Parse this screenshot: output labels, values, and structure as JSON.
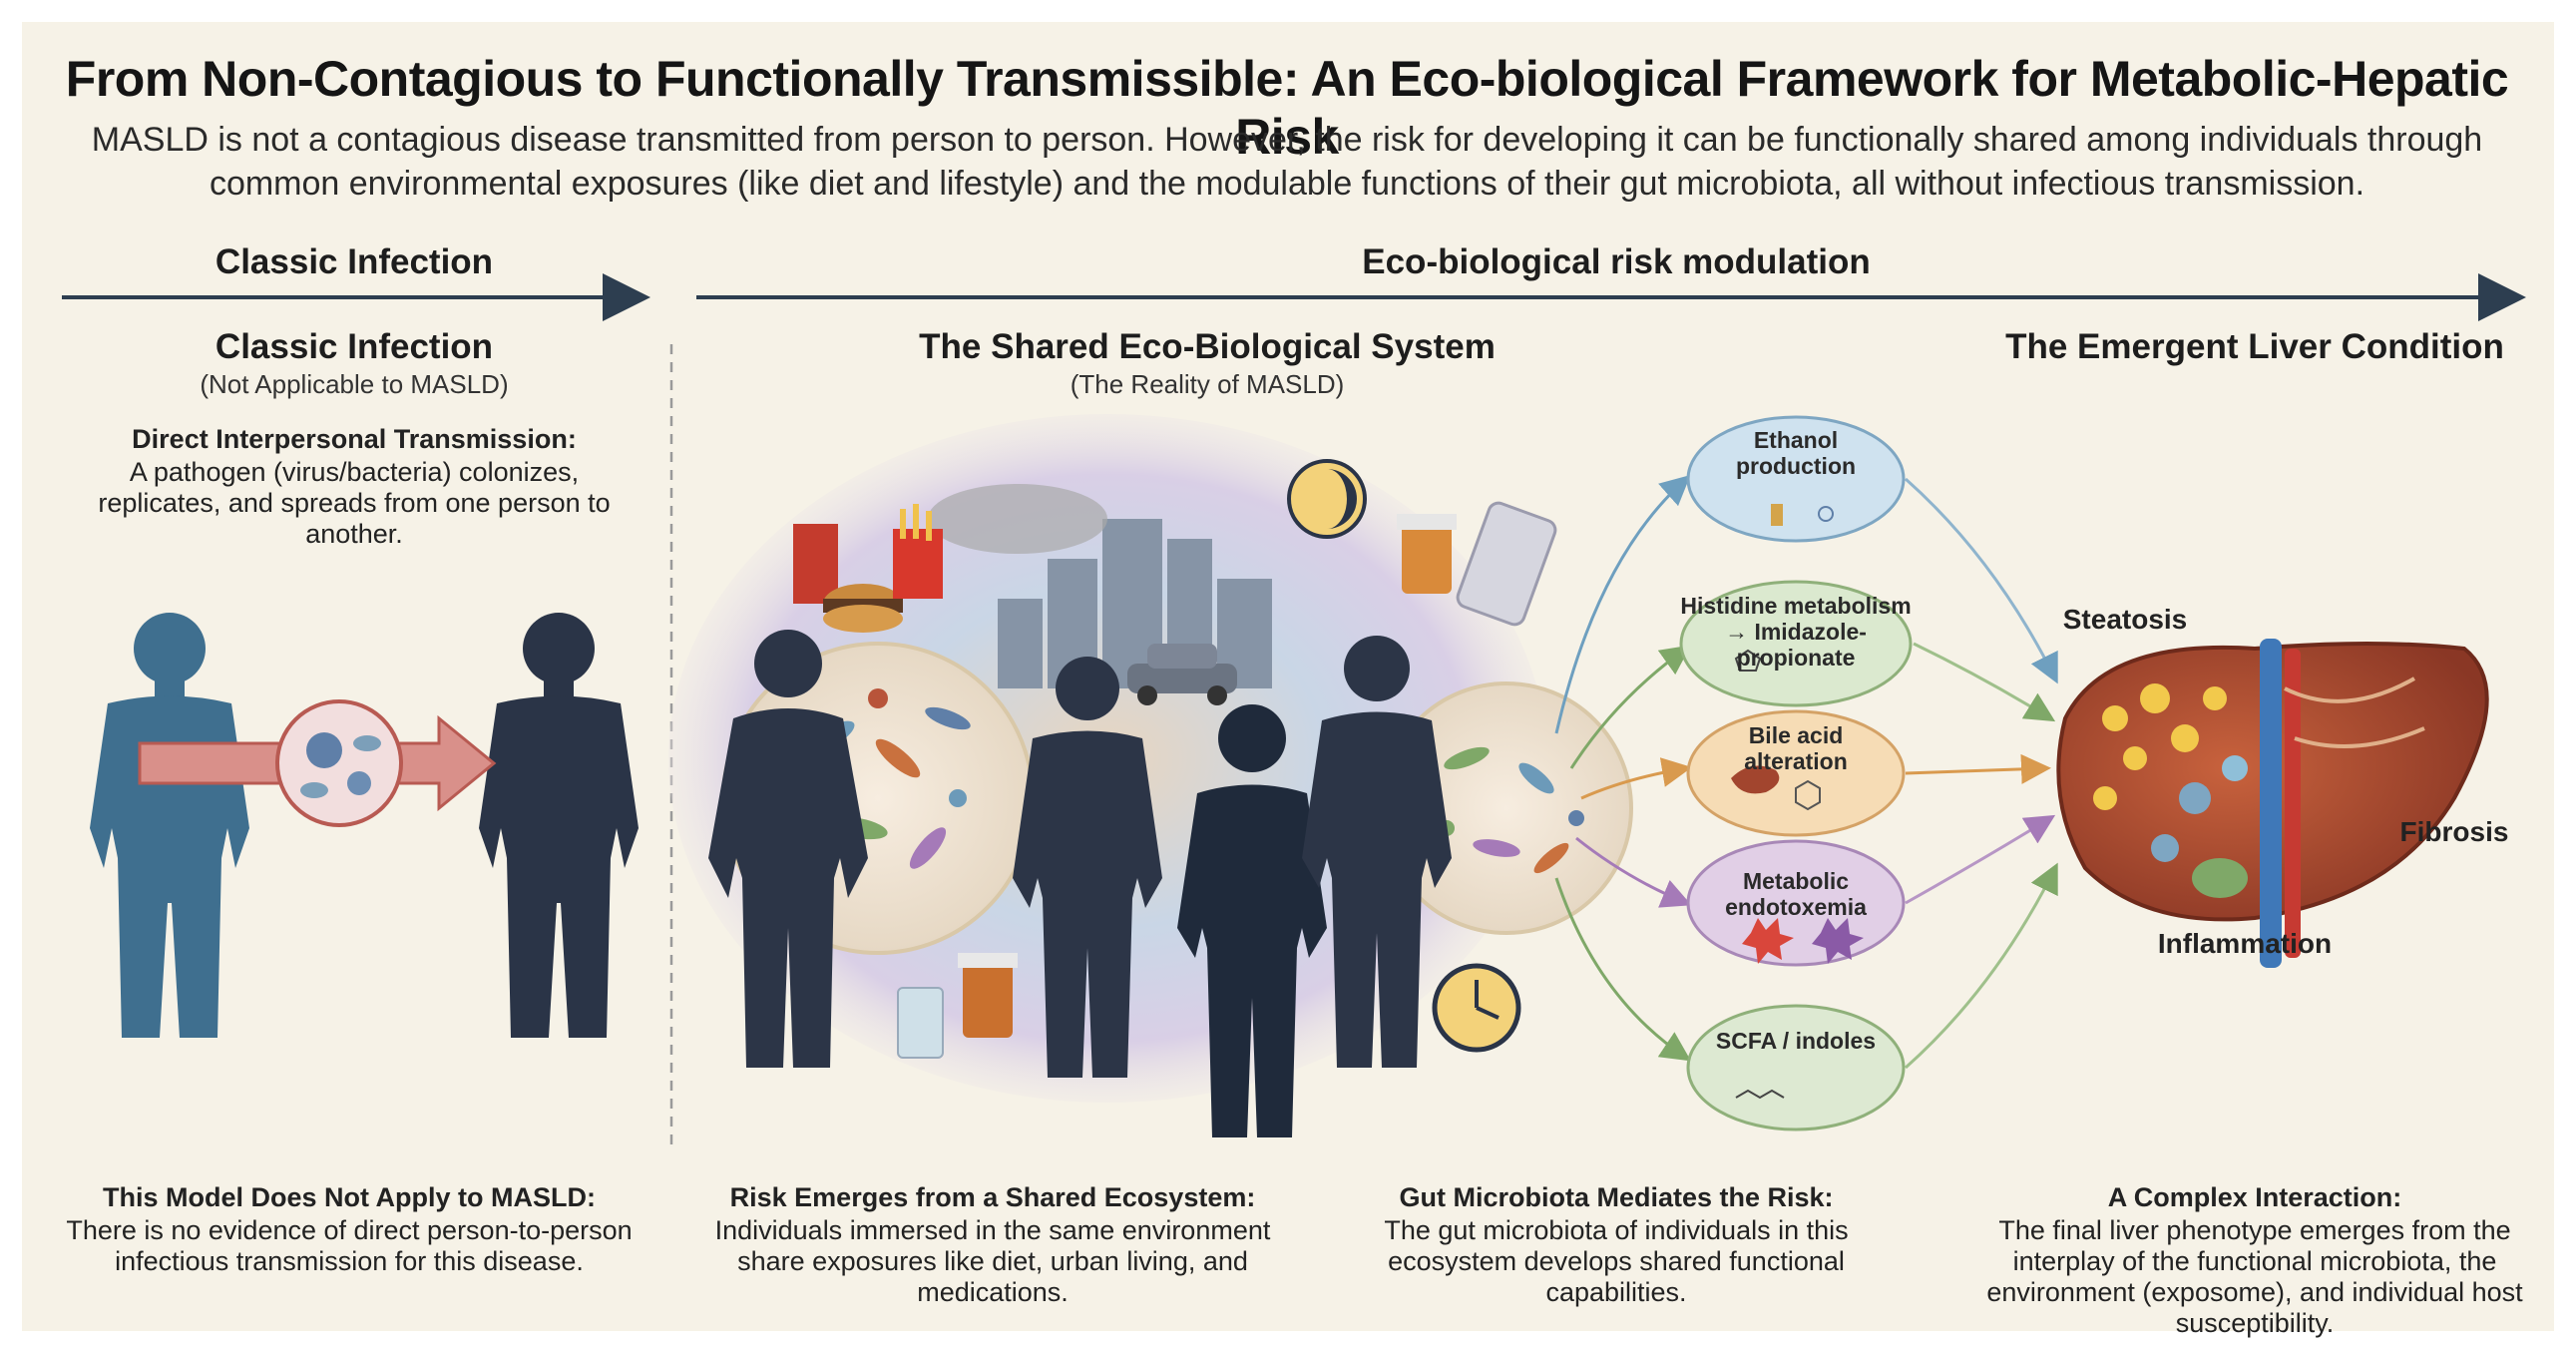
{
  "title": "From Non-Contagious to Functionally Transmissible: An Eco-biological Framework for Metabolic-Hepatic Risk",
  "subtitle": "MASLD is not a contagious disease transmitted from person to person. However, the risk for developing it can be functionally shared among individuals through common environmental exposures (like diet and lifestyle) and the modulable functions of their gut microbiota, all without infectious transmission.",
  "top_arrows": {
    "left_label": "Classic Infection",
    "right_label": "Eco-biological risk modulation"
  },
  "left_column": {
    "heading": "Classic Infection",
    "subheading": "(Not Applicable to MASLD)",
    "desc_title": "Direct Interpersonal Transmission:",
    "desc_body": "A pathogen (virus/bacteria) colonizes, replicates, and spreads from one person to another.",
    "caption_title": "This Model Does Not Apply to MASLD:",
    "caption_body": "There is no evidence of direct person-to-person infectious transmission for this disease."
  },
  "middle_column": {
    "heading": "The Shared Eco-Biological System",
    "subheading": "(The Reality of MASLD)",
    "caption_title": "Risk Emerges from a Shared Ecosystem:",
    "caption_body": "Individuals immersed in the same environment share exposures like diet, urban living, and medications."
  },
  "mediators": {
    "items": [
      {
        "line1": "Ethanol",
        "line2": "production",
        "color": "#cfe2ef"
      },
      {
        "line1": "Histidine metabolism",
        "line2": "→ Imidazole-propionate",
        "color": "#dbe9cf"
      },
      {
        "line1": "Bile acid",
        "line2": "alteration",
        "color": "#f6dcb5"
      },
      {
        "line1": "Metabolic",
        "line2": "endotoxemia",
        "color": "#e1cfe6"
      },
      {
        "line1": "SCFA / indoles",
        "line2": "",
        "color": "#dde9d2"
      }
    ],
    "caption_title": "Gut Microbiota Mediates the Risk:",
    "caption_body": "The gut microbiota of individuals in this ecosystem develops shared functional capabilities."
  },
  "right_column": {
    "heading": "The Emergent Liver Condition",
    "labels": {
      "steatosis": "Steatosis",
      "fibrosis": "Fibrosis",
      "inflammation": "Inflammation"
    },
    "caption_title": "A Complex Interaction:",
    "caption_body": "The final liver phenotype emerges from the interplay of the functional microbiota, the environment (exposome), and individual host susceptibility."
  },
  "colors": {
    "background": "#f6f2e7",
    "arrow": "#2d3e50",
    "person_left": "#3f6f8f",
    "person_right": "#2a3447",
    "liver": "#a2452e"
  }
}
